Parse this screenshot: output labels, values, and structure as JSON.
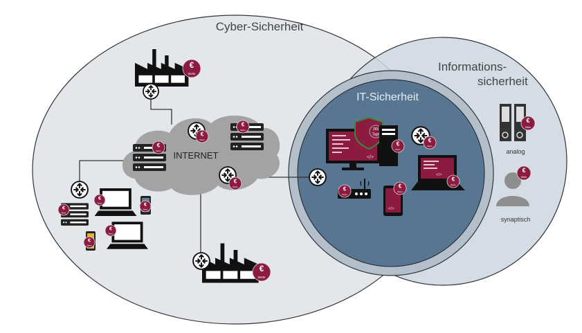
{
  "labels": {
    "cyber": "Cyber-Sicherheit",
    "info_line1": "Informations-",
    "info_line2": "sicherheit",
    "it": "IT-Sicherheit",
    "internet": "INTERNET",
    "analog": "analog",
    "synaptisch": "synaptisch",
    "shield_line1": "365",
    "shield_line2": "Tage",
    "code_tag": "</>"
  },
  "badge": {
    "symbol": "€",
    "text": "Werte"
  },
  "colors": {
    "cyber_fill": "#e3e7ec",
    "info_fill": "#cdd7e0",
    "it_ring": "#b3c0cc",
    "it_fill": "#587592",
    "badge": "#8c1b40",
    "screen": "#8c1b40",
    "cloud": "#a3a3a3",
    "phone_blue": "#5f7f9c",
    "phone_yellow": "#e8b423",
    "person": "#8e8e8e",
    "shield_border": "#3b8a3b"
  },
  "icons": [
    "factory-icon",
    "router-icon",
    "server-icon",
    "laptop-icon",
    "smartphone-icon",
    "tablet-icon",
    "monitor-icon",
    "tower-pc-icon",
    "wifi-router-icon",
    "shield-icon",
    "binder-icon",
    "person-icon",
    "cloud-icon",
    "euro-badge-icon"
  ]
}
